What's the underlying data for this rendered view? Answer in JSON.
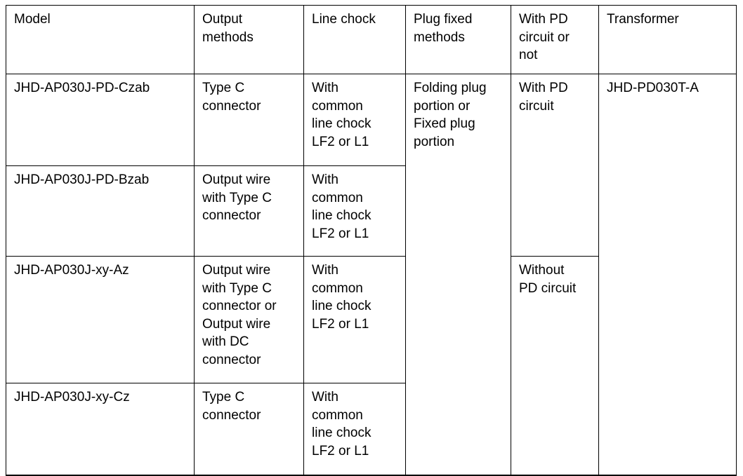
{
  "table": {
    "columns": [
      {
        "key": "model",
        "label": "Model"
      },
      {
        "key": "output",
        "label": "Output\nmethods"
      },
      {
        "key": "chock",
        "label": "Line chock"
      },
      {
        "key": "plug",
        "label": "Plug fixed\nmethods"
      },
      {
        "key": "pd",
        "label": "With PD\ncircuit or\nnot"
      },
      {
        "key": "transformer",
        "label": "Transformer"
      }
    ],
    "rows": [
      {
        "model": "JHD-AP030J-PD-Czab",
        "output": "Type C\nconnector",
        "chock": "With\ncommon\nline chock\nLF2 or L1",
        "plug": "Folding plug\nportion or\nFixed plug\nportion",
        "pd": "With PD\ncircuit",
        "transformer": "JHD-PD030T-A"
      },
      {
        "model": "JHD-AP030J-PD-Bzab",
        "output": "Output wire\nwith Type C\nconnector",
        "chock": "With\ncommon\nline chock\nLF2 or L1"
      },
      {
        "model": "JHD-AP030J-xy-Az",
        "output": "Output wire\nwith Type C\nconnector or\nOutput wire\nwith DC\nconnector",
        "chock": "With\ncommon\nline chock\nLF2 or L1",
        "pd": "Without\nPD circuit"
      },
      {
        "model": "JHD-AP030J-xy-Cz",
        "output": "Type C\nconnector",
        "chock": "With\ncommon\nline chock\nLF2 or L1"
      }
    ]
  },
  "style": {
    "border_color": "#000000",
    "text_color": "#000000",
    "background": "#ffffff"
  }
}
